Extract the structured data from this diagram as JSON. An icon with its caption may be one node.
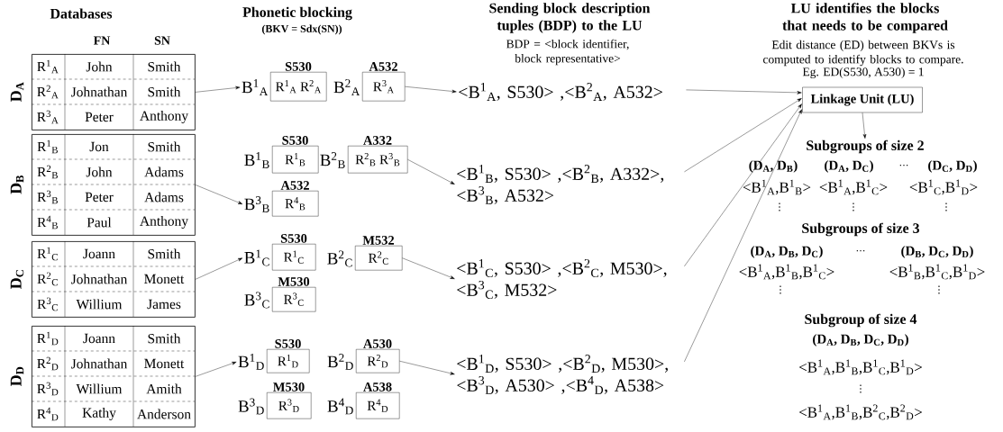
{
  "diagram": {
    "nodes": [
      {
        "text": [
          "D$_{A}$"
        ]
      },
      {
        "text": [
          "D$_{B}$"
        ]
      },
      {
        "text": [
          "D$_{C}$"
        ]
      },
      {
        "text": [
          "D$_{D}$"
        ]
      },
      {
        "text": [
          "R$^{1}$$_{A}$",
          "John",
          "Smith"
        ],
        "in": 0
      },
      {
        "text": [
          "R$^{2}$$_{A}$",
          "Johnathan",
          "Smith"
        ],
        "in": 0
      },
      {
        "text": [
          "R$^{3}$$_{A}$",
          "Peter",
          "Anthony"
        ],
        "in": 0
      },
      {
        "text": [
          "R$^{1}$$_{B}$",
          "Jon",
          "Smith"
        ],
        "in": 1
      },
      {
        "text": [
          "R$^{2}$$_{B}$",
          "John",
          "Adams"
        ],
        "in": 1
      },
      {
        "text": [
          "R$^{3}$$_{B}$",
          "Peter",
          "Adams"
        ],
        "in": 1
      },
      {
        "text": [
          "R$^{4}$$_{B}$",
          "Paul",
          "Anthony"
        ],
        "in": 1
      },
      {
        "text": [
          "R$^{1}$$_{C}$",
          "Joann",
          "Smith"
        ],
        "in": 2
      },
      {
        "text": [
          "R$^{2}$$_{C}$",
          "Johnathan",
          "Monett"
        ],
        "in": 2
      },
      {
        "text": [
          "R$^{3}$$_{C}$",
          "Willium",
          "James"
        ],
        "in": 2
      },
      {
        "text": [
          "R$^{1}$$_{D}$",
          "Joann",
          "Smith"
        ],
        "in": 3
      },
      {
        "text": [
          "R$^{2}$$_{D}$",
          "Johnathan",
          "Monett"
        ],
        "in": 3
      },
      {
        "text": [
          "R$^{3}$$_{D}$",
          "Willium",
          "Amith"
        ],
        "in": 3
      },
      {
        "text": [
          "R$^{4}$$_{D}$",
          "Kathy",
          "Anderson"
        ],
        "in": 3
      },
      {
        "text": [
          "S530",
          "R$^{1}$$_{A}$ R$^{2}$$_{A}$"
        ],
        "beside": [
          "B$^{1}$$_{A}$"
        ]
      },
      {
        "text": [
          "A532",
          "R$^{3}$$_{A}$"
        ],
        "beside": [
          "B$^{2}$$_{A}$"
        ]
      },
      {
        "text": [
          "S530",
          "R$^{1}$$_{B}$"
        ],
        "beside": [
          "B$^{1}$$_{B}$"
        ]
      },
      {
        "text": [
          "A332",
          "R$^{2}$$_{B}$ R$^{3}$$_{B}$"
        ],
        "beside": [
          "B$^{2}$$_{B}$"
        ]
      },
      {
        "text": [
          "A532",
          "R$^{4}$$_{B}$"
        ],
        "beside": [
          "B$^{3}$$_{B}$"
        ]
      },
      {
        "text": [
          "S530",
          "R$^{1}$$_{C}$"
        ],
        "beside": [
          "B$^{1}$$_{C}$"
        ]
      },
      {
        "text": [
          "M532",
          "R$^{2}$$_{C}$"
        ],
        "beside": [
          "B$^{2}$$_{C}$"
        ]
      },
      {
        "text": [
          "M530",
          "R$^{3}$$_{C}$"
        ],
        "beside": [
          "B$^{3}$$_{C}$"
        ]
      },
      {
        "text": [
          "S530",
          "R$^{1}$$_{D}$"
        ],
        "beside": [
          "B$^{1}$$_{D}$"
        ]
      },
      {
        "text": [
          "A530",
          "R$^{2}$$_{D}$"
        ],
        "beside": [
          "B$^{2}$$_{D}$"
        ]
      },
      {
        "text": [
          "M530",
          "R$^{3}$$_{D}$"
        ],
        "beside": [
          "B$^{3}$$_{D}$"
        ]
      },
      {
        "text": [
          "A538",
          "R$^{4}$$_{D}$"
        ],
        "beside": [
          "B$^{4}$$_{D}$"
        ]
      },
      {
        "text": [
          "<B$^{1}$$_{A}$, S530> ,<B$^{2}$$_{A}$, A532>"
        ]
      },
      {
        "text": [
          "<B$^{1}$$_{B}$, S530> ,<B$^{2}$$_{B}$, A332>, <B$^{3}$$_{B}$, A532>"
        ]
      },
      {
        "text": [
          "<B$^{1}$$_{C}$, S530> ,<B$^{2}$$_{C}$, M530>, <B$^{3}$$_{C}$, M532>"
        ]
      },
      {
        "text": [
          "<B$^{1}$$_{D}$, S530> ,<B$^{2}$$_{D}$, M530>, <B$^{3}$$_{D}$, A530> ,<B$^{4}$$_{D}$, A538>"
        ]
      },
      {
        "text": [
          "Linkage Unit (LU)"
        ]
      },
      {
        "text": [
          "Subgroups of size 2"
        ]
      }
    ],
    "edges": [
      {
        "from": 0,
        "to": 18,
        "arrow": "to"
      },
      {
        "from": 1,
        "to": 22,
        "arrow": "to"
      },
      {
        "from": 2,
        "to": 23,
        "arrow": "to"
      },
      {
        "from": 3,
        "to": 26,
        "arrow": "to"
      },
      {
        "from": 19,
        "to": 30,
        "arrow": "to"
      },
      {
        "from": 21,
        "to": 31,
        "arrow": "to"
      },
      {
        "from": 24,
        "to": 32,
        "arrow": "to"
      },
      {
        "from": 27,
        "to": 33,
        "arrow": "to"
      },
      {
        "from": 30,
        "to": 34,
        "arrow": "to"
      },
      {
        "from": 31,
        "to": 34,
        "arrow": "to"
      },
      {
        "from": 32,
        "to": 34,
        "arrow": "to"
      },
      {
        "from": 33,
        "to": 34,
        "arrow": "to"
      },
      {
        "from": 34,
        "to": 35,
        "arrow": "to"
      }
    ],
    "labels": [
      "Databases",
      "FN",
      "SN",
      "Phonetic blocking",
      "(BKV = Sdx(SN))",
      "Sending block description tuples (BDP) to the LU",
      "BDP = <block identifier, block representative>",
      "LU identifies the blocks that needs to be compared",
      "Edit distance (ED) between BKVs is computed to identify blocks to compare.",
      "Eg. ED(S530, A530) = 1",
      "(D$_{A}$, D$_{B}$)",
      "(D$_{A}$, D$_{C}$)",
      "⋯",
      "(D$_{C}$, D$_{D}$)",
      "<B$^{1}$$_{A}$,B$^{1}$$_{B}$>",
      "<B$^{1}$$_{A}$,B$^{1}$$_{C}$>",
      "<B$^{1}$$_{C}$,B$^{1}$$_{D}$>",
      "⋮",
      "⋮",
      "⋮",
      "Subgroups of size 3",
      "(D$_{A}$, D$_{B}$, D$_{C}$)",
      "⋯",
      "(D$_{B}$, D$_{C}$, D$_{D}$)",
      "<B$^{1}$$_{A}$,B$^{1}$$_{B}$,B$^{1}$$_{C}$>",
      "<B$^{1}$$_{B}$,B$^{1}$$_{C}$,B$^{1}$$_{D}$>",
      "⋮",
      "⋮",
      "Subgroup of size 4",
      "(D$_{A}$, D$_{B}$, D$_{C}$, D$_{D}$)",
      "<B$^{1}$$_{A}$,B$^{1}$$_{B}$,B$^{1}$$_{C}$,B$^{1}$$_{D}$>",
      "⋮",
      "<B$^{1}$$_{A}$,B$^{1}$$_{B}$,B$^{2}$$_{C}$,B$^{2}$$_{D}$>"
    ]
  }
}
